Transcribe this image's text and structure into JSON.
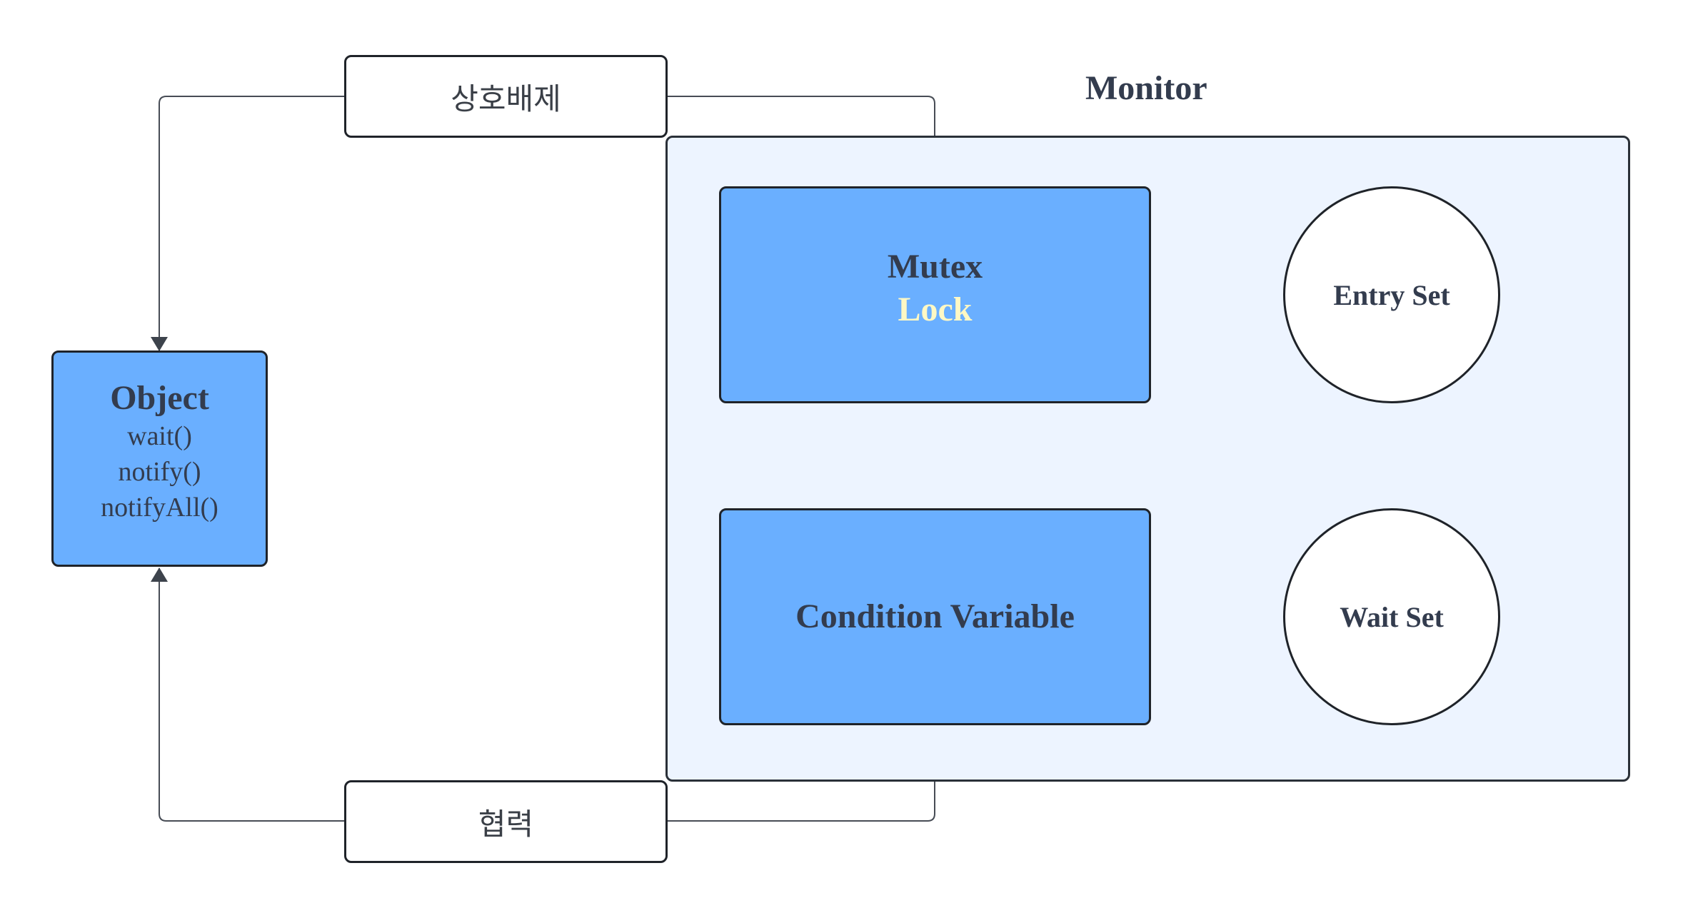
{
  "monitor": {
    "title": "Monitor"
  },
  "labels": {
    "mutual_exclusion": "상호배제",
    "cooperation": "협력"
  },
  "object": {
    "title": "Object",
    "methods": [
      "wait()",
      "notify()",
      "notifyAll()"
    ]
  },
  "mutex": {
    "line1": "Mutex",
    "line2": "Lock"
  },
  "condition_variable": {
    "label": "Condition Variable"
  },
  "entry_set": {
    "label": "Entry Set"
  },
  "wait_set": {
    "label": "Wait Set"
  },
  "colors": {
    "block_fill": "#6aafff",
    "monitor_fill": "#edf4ff",
    "text": "#333c4e",
    "lock_text": "#fff8c4",
    "stroke": "#1f2329",
    "connector": "#474c55"
  }
}
